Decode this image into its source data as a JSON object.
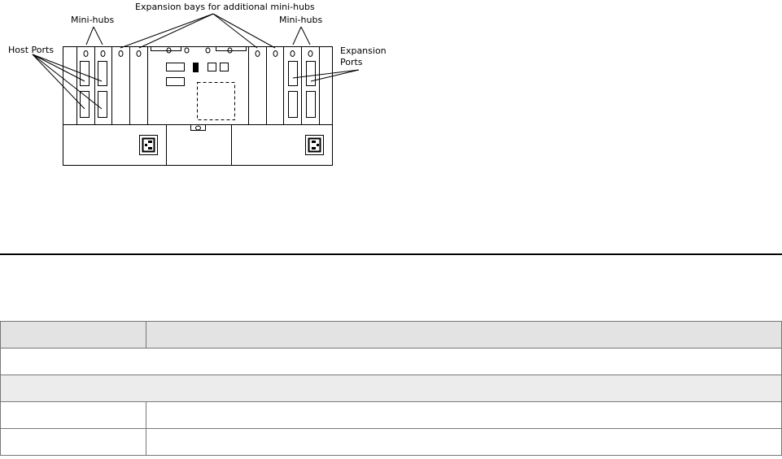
{
  "diagram": {
    "labels": {
      "expansion_bays": "Expansion bays for additional mini-hubs",
      "mini_hubs_left": "Mini-hubs",
      "mini_hubs_right": "Mini-hubs",
      "host_ports": "Host Ports",
      "expansion_ports_line1": "Expansion",
      "expansion_ports_line2": "Ports"
    }
  },
  "table": {
    "headers": [
      "",
      ""
    ],
    "rows": [
      {
        "kind": "full",
        "cells": [
          ""
        ]
      },
      {
        "kind": "section",
        "cells": [
          ""
        ]
      },
      {
        "kind": "plain",
        "cells": [
          "",
          ""
        ]
      },
      {
        "kind": "plain",
        "cells": [
          "",
          ""
        ]
      }
    ]
  }
}
